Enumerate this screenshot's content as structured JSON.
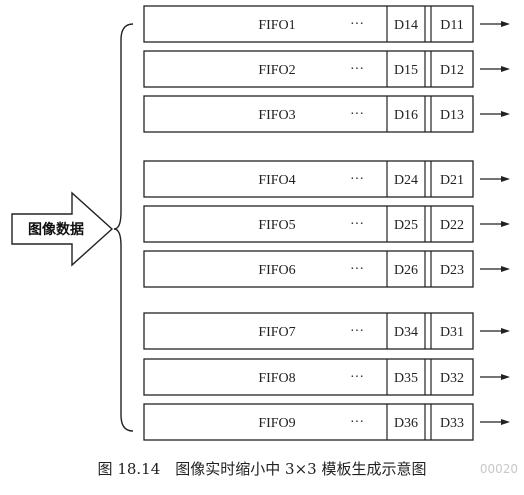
{
  "input_label": "图像数据",
  "ellipsis": "···",
  "fifos": [
    {
      "name": "FIFO1",
      "cells": [
        "D14",
        "D11"
      ]
    },
    {
      "name": "FIFO2",
      "cells": [
        "D15",
        "D12"
      ]
    },
    {
      "name": "FIFO3",
      "cells": [
        "D16",
        "D13"
      ]
    },
    {
      "name": "FIFO4",
      "cells": [
        "D24",
        "D21"
      ]
    },
    {
      "name": "FIFO5",
      "cells": [
        "D25",
        "D22"
      ]
    },
    {
      "name": "FIFO6",
      "cells": [
        "D26",
        "D23"
      ]
    },
    {
      "name": "FIFO7",
      "cells": [
        "D34",
        "D31"
      ]
    },
    {
      "name": "FIFO8",
      "cells": [
        "D35",
        "D32"
      ]
    },
    {
      "name": "FIFO9",
      "cells": [
        "D36",
        "D33"
      ]
    }
  ],
  "caption": "图 18.14　图像实时缩小中 3×3 模板生成示意图",
  "watermark": "00020"
}
